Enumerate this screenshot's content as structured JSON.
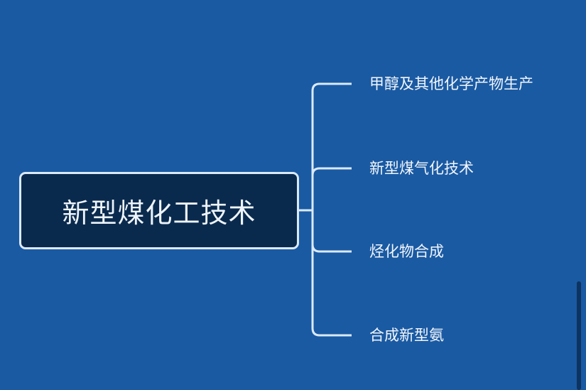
{
  "root": {
    "label": "新型煤化工技术"
  },
  "children": [
    {
      "label": "甲醇及其他化学产物生产"
    },
    {
      "label": "新型煤气化技术"
    },
    {
      "label": "烃化物合成"
    },
    {
      "label": "合成新型氨"
    }
  ],
  "colors": {
    "background": "#1a5aa3",
    "root_fill": "#0a2a4d",
    "line": "#dbe9f8"
  }
}
